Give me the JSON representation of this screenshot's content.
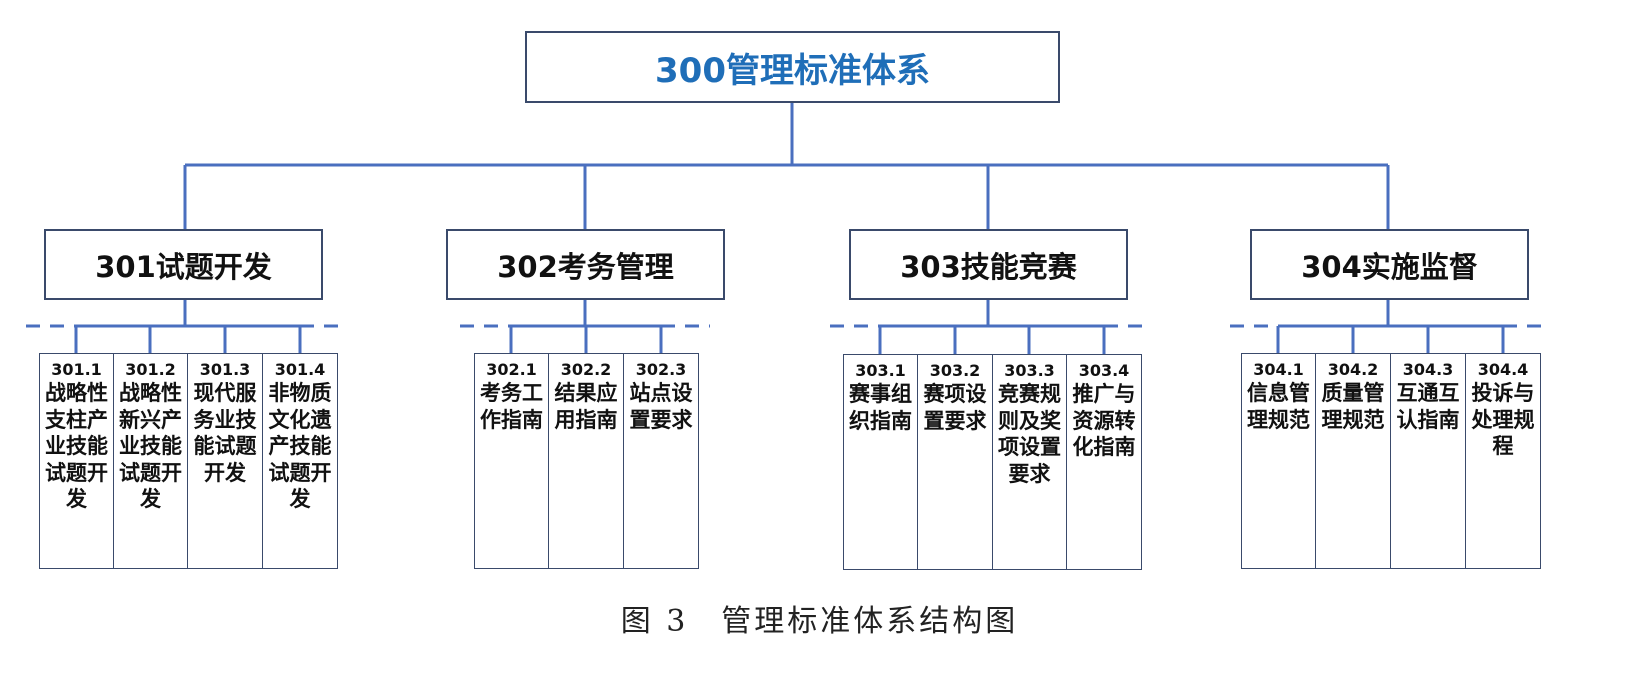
{
  "root": {
    "label": "300管理标准体系",
    "color": "#1f6eb8"
  },
  "caption": "图 3　管理标准体系结构图",
  "line_color": "#4a6fbf",
  "categories": [
    {
      "label": "301试题开发",
      "items": [
        {
          "code": "301.1",
          "text": "战略性支柱产业技能试题开发"
        },
        {
          "code": "301.2",
          "text": "战略性新兴产业技能试题开发"
        },
        {
          "code": "301.3",
          "text": "现代服务业技能试题开发"
        },
        {
          "code": "301.4",
          "text": "非物质文化遗产技能试题开发"
        }
      ]
    },
    {
      "label": "302考务管理",
      "items": [
        {
          "code": "302.1",
          "text": "考务工作指南"
        },
        {
          "code": "302.2",
          "text": "结果应用指南"
        },
        {
          "code": "302.3",
          "text": "站点设置要求"
        }
      ]
    },
    {
      "label": "303技能竞赛",
      "items": [
        {
          "code": "303.1",
          "text": "赛事组织指南"
        },
        {
          "code": "303.2",
          "text": "赛项设置要求"
        },
        {
          "code": "303.3",
          "text": "竞赛规则及奖项设置要求"
        },
        {
          "code": "303.4",
          "text": "推广与资源转化指南"
        }
      ]
    },
    {
      "label": "304实施监督",
      "items": [
        {
          "code": "304.1",
          "text": "信息管理规范"
        },
        {
          "code": "304.2",
          "text": "质量管理规范"
        },
        {
          "code": "304.3",
          "text": "互通互认指南"
        },
        {
          "code": "304.4",
          "text": "投诉与处理规程"
        }
      ]
    }
  ]
}
